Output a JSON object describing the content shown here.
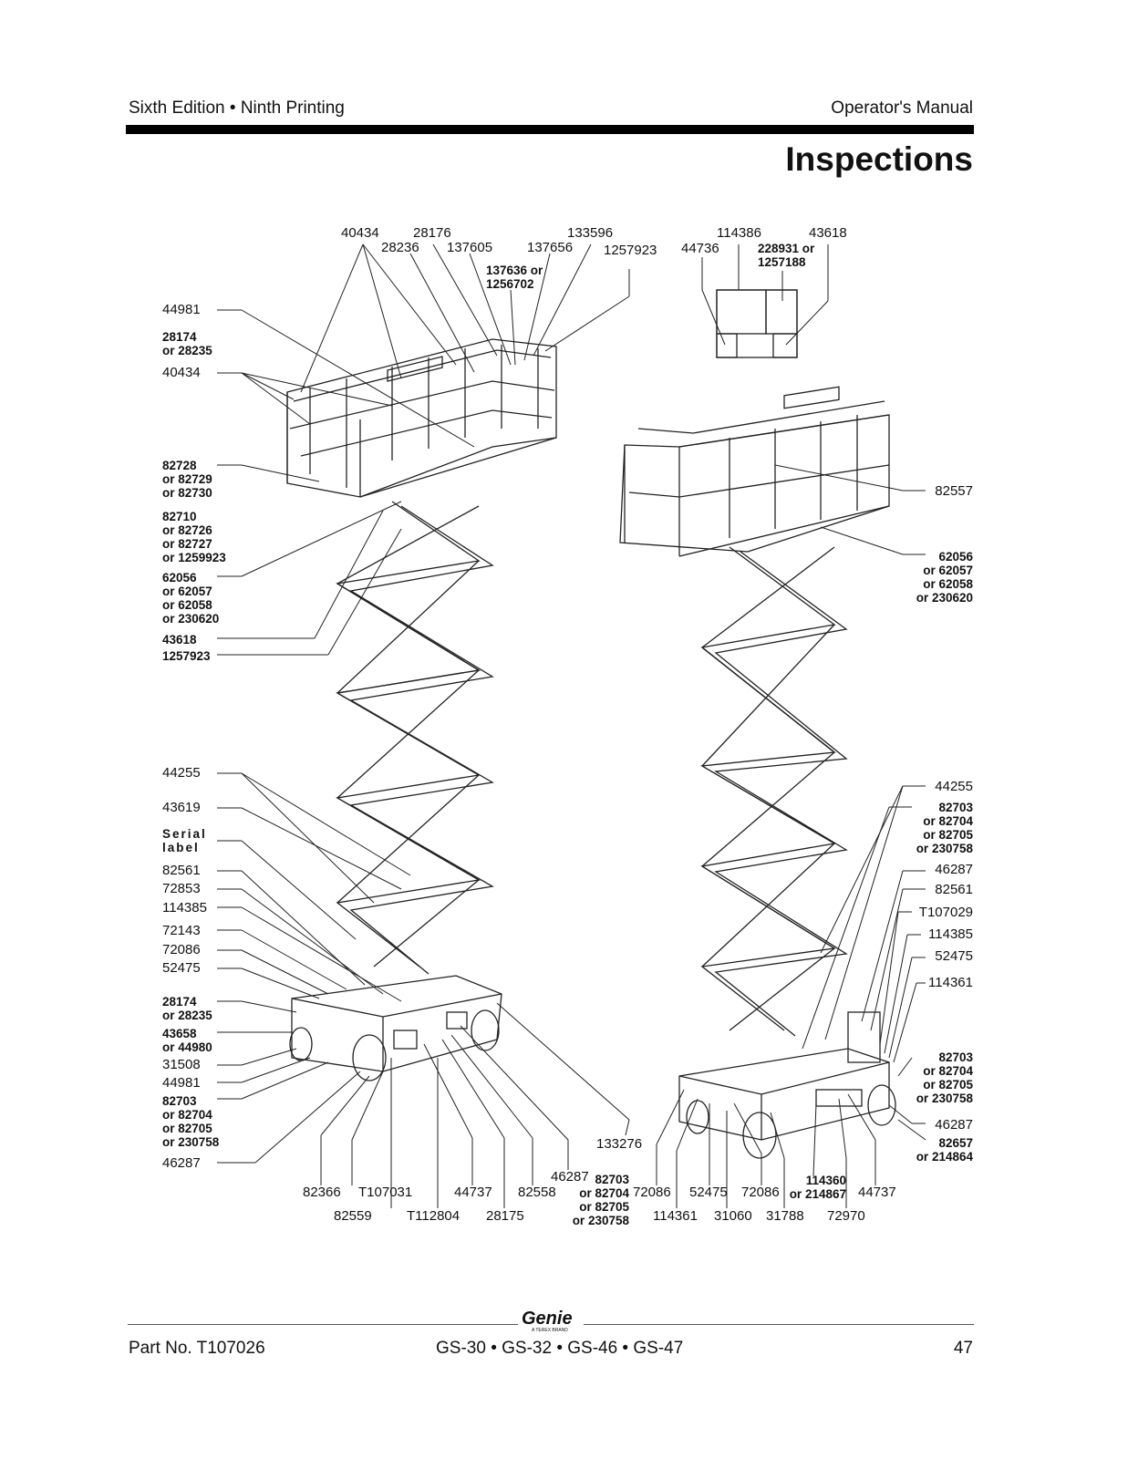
{
  "header": {
    "left": "Sixth Edition • Ninth Printing",
    "right": "Operator's Manual",
    "title": "Inspections"
  },
  "footer": {
    "part_no": "Part No. T107026",
    "models": "GS-30 • GS-32 • GS-46 • GS-47",
    "page": "47",
    "logo": "Genie",
    "logo_sub": "A TEREX BRAND"
  },
  "labels": {
    "t40434": "40434",
    "t28176": "28176",
    "t133596": "133596",
    "t28236": "28236",
    "t137605": "137605",
    "t137656": "137656",
    "t1257923": "1257923",
    "t137636": "137636 or\n1256702",
    "t114386": "114386",
    "t43618": "43618",
    "t44736": "44736",
    "t228931": "228931 or\n1257188",
    "l44981": "44981",
    "l28174": "28174\nor 28235",
    "l40434": "40434",
    "l82728": "82728\nor 82729\nor 82730",
    "l82710": "82710\nor 82726\nor 82727\nor 1259923",
    "l62056": "62056\nor 62057\nor 62058\nor 230620",
    "l43618": "43618",
    "l1257923": "1257923",
    "l44255": "44255",
    "l43619": "43619",
    "lserial": "Serial\nlabel",
    "l82561": "82561",
    "l72853": "72853",
    "l114385": "114385",
    "l72143": "72143",
    "l72086": "72086",
    "l52475": "52475",
    "l28174b": "28174\nor 28235",
    "l43658": "43658\nor 44980",
    "l31508": "31508",
    "l44981b": "44981",
    "l82703": "82703\nor 82704\nor 82705\nor 230758",
    "l46287": "46287",
    "r82557": "82557",
    "r62056": "62056\nor 62057\nor 62058\nor 230620",
    "r44255": "44255",
    "r82703": "82703\nor 82704\nor 82705\nor 230758",
    "r46287": "46287",
    "r82561": "82561",
    "rT107029": "T107029",
    "r114385": "114385",
    "r52475": "52475",
    "r114361": "114361",
    "r82703b": "82703\nor 82704\nor 82705\nor 230758",
    "r46287b": "46287",
    "r82657": "82657\nor 214864",
    "r133276": "133276",
    "b82366": "82366",
    "bT107031": "T107031",
    "b44737": "44737",
    "b82558": "82558",
    "b46287": "46287",
    "b82703": "82703\nor 82704\nor 82705\nor 230758",
    "b72086": "72086",
    "b52475": "52475",
    "b72086b": "72086",
    "b114360": "114360\nor 214867",
    "b44737b": "44737",
    "b82559": "82559",
    "bT112804": "T112804",
    "b28175": "28175",
    "b114361": "114361",
    "b31060": "31060",
    "b31788": "31788",
    "b72970": "72970"
  }
}
